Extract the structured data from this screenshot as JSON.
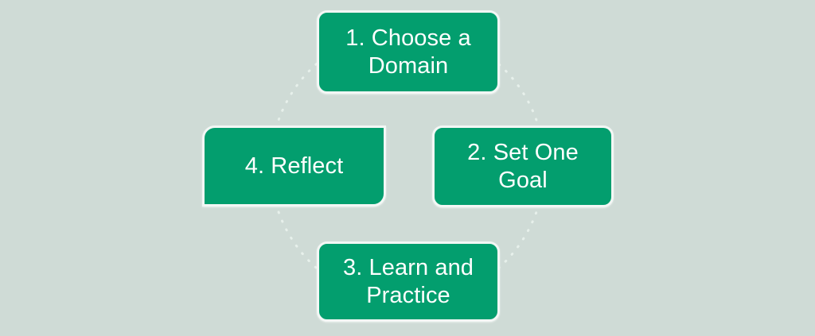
{
  "diagram": {
    "type": "cycle",
    "title": "",
    "background_color": "#cfdbd6",
    "node_color": "#039e6e",
    "node_text_color": "#ffffff",
    "arc_color": "#e6efea",
    "nodes": [
      {
        "id": "1",
        "label": "1. Choose a Domain",
        "position": "top"
      },
      {
        "id": "2",
        "label": "2. Set One Goal",
        "position": "right"
      },
      {
        "id": "3",
        "label": "3. Learn and Practice",
        "position": "bottom"
      },
      {
        "id": "4",
        "label": "4. Reflect",
        "position": "left"
      }
    ]
  }
}
